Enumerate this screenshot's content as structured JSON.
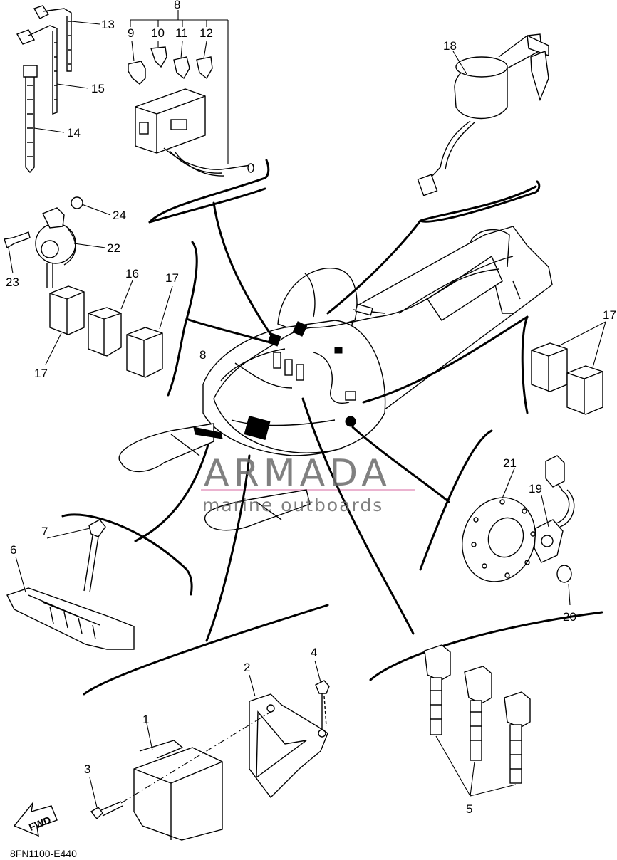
{
  "diagram": {
    "part_code": "8FN1100-E440",
    "fwd_label": "FWD",
    "watermark": {
      "brand": "ARMADA",
      "tagline": "marine outboards",
      "logo_color": "#e8a6c8",
      "text_color": "#6b6b6b"
    },
    "callouts": {
      "c1": "1",
      "c2": "2",
      "c3": "3",
      "c4": "4",
      "c5": "5",
      "c6": "6",
      "c7": "7",
      "c8_top": "8",
      "c8_mid": "8",
      "c9": "9",
      "c10": "10",
      "c11": "11",
      "c12": "12",
      "c13": "13",
      "c14": "14",
      "c15": "15",
      "c16": "16",
      "c17_a": "17",
      "c17_b": "17",
      "c17_c": "17",
      "c18": "18",
      "c19": "19",
      "c20": "20",
      "c21": "21",
      "c22": "22",
      "c23": "23",
      "c24": "24"
    }
  }
}
